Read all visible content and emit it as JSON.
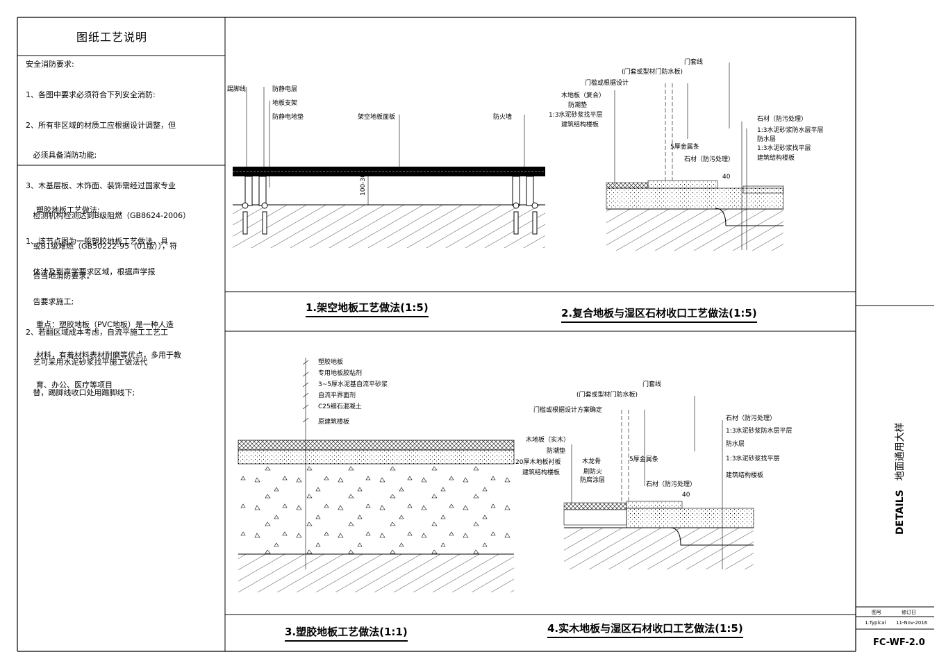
{
  "notes": {
    "title": "图纸工艺说明",
    "safety_heading": "安全消防要求:",
    "safety_items": [
      "1、各图中要求必须符合下列安全消防:",
      "2、所有非区域的材质工应根据设计调整，但",
      "   必须具备消防功能;",
      "3、木基层板、木饰面、装饰需经过国家专业",
      "   检测机构检测达到B级阻燃（GB8624-2006）",
      "   或B1级难燃（GB50222-95（01版）），符",
      "   合当地消防要求。"
    ],
    "pvc_heading": "塑胶地板工艺做法:",
    "pvc_items": [
      "1、该节点图为一般塑胶地板工艺做法，具",
      "   体涉及到声学要求区域，根据声学报",
      "   告要求施工;",
      "2、若翻区域成本考虑，自流平施工工艺工",
      "   艺可采用水泥砂浆找平施工做法代",
      "   替，踢脚线收口处用踢脚线下;"
    ],
    "pvc_note": [
      "重点：塑胶地板（PVC地板）是一种人造",
      "材料，有着材料表材耐磨等优点，多用于教",
      "育、办公、医疗等项目"
    ]
  },
  "details": {
    "d1": {
      "caption": "1.架空地板工艺做法(1:5)",
      "labels": [
        "踢脚线",
        "防静电层",
        "地板支架",
        "防静电地垫",
        "架空地板面板",
        "防火墙",
        "100-300"
      ]
    },
    "d2": {
      "caption": "2.复合地板与湿区石材收口工艺做法(1:5)",
      "labels_left": [
        "门套线",
        "(门套或型材门防水板)",
        "门槛或根据设计",
        "木地板（复合）",
        "防潮垫",
        "1:3水泥砂浆找平层",
        "建筑结构楼板"
      ],
      "labels_right": [
        "石材（防污处理）",
        "1:3水泥砂浆防水层平层",
        "防水层",
        "1:3水泥砂浆找平层",
        "建筑结构楼板"
      ],
      "labels_mid": [
        "5厚金属条",
        "石材（防污处理）",
        "40"
      ]
    },
    "d3": {
      "caption": "3.塑胶地板工艺做法(1:1)",
      "labels": [
        "塑胶地板",
        "专用地板胶粘剂",
        "3~5厚水泥基自流平砂浆",
        "自流平界面剂",
        "C25细石混凝土",
        "原建筑楼板"
      ]
    },
    "d4": {
      "caption": "4.实木地板与湿区石材收口工艺做法(1:5)",
      "labels_left": [
        "门套线",
        "(门套或型材门防水板)",
        "门槛或根据设计方案确定",
        "木地板（实木）",
        "防潮垫",
        "20厚木地板衬板",
        "建筑结构楼板"
      ],
      "labels_right": [
        "石材（防污处理）",
        "1:3水泥砂浆防水层平层",
        "防水层",
        "1:3水泥砂浆找平层",
        "建筑结构楼板"
      ],
      "labels_mid": [
        "木龙骨",
        "刷防火",
        "防腐涂层",
        "5厚金属条",
        "石材（防污处理）",
        "40"
      ]
    }
  },
  "sidebar": {
    "title_en": "DETAILS",
    "title_cn": "地面通用大样",
    "meta_labels": [
      "图号",
      "修订日"
    ],
    "meta_values": [
      "1.Typical",
      "11-Nov-2016"
    ],
    "drawing_no": "FC-WF-2.0"
  },
  "colors": {
    "ink": "#000000",
    "paper": "#ffffff"
  }
}
